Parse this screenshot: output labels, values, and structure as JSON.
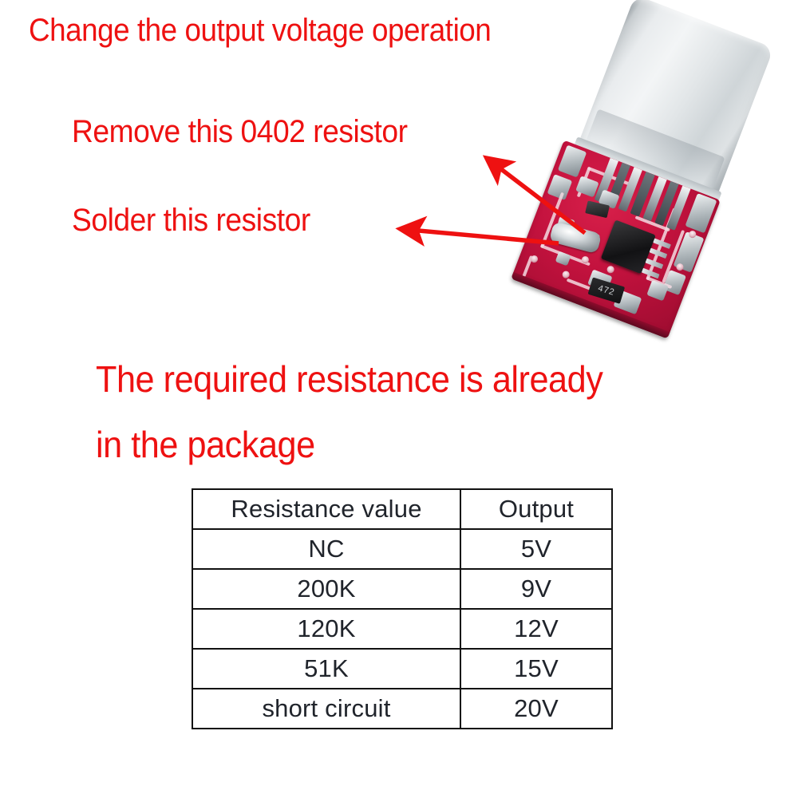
{
  "theme": {
    "annotation_color": "#ee1111",
    "table_text_color": "#20242b",
    "table_border_color": "#111111",
    "pcb_color": "#c3123e",
    "shell_color": "#dfe4e6",
    "background": "#ffffff"
  },
  "annotations": {
    "title": "Change the output voltage operation",
    "remove_label": "Remove this 0402 resistor",
    "solder_label": "Solder this resistor",
    "package_note_line1": "The required resistance is already",
    "package_note_line2": "in the package"
  },
  "device": {
    "name": "usb-c-pd-trigger-board",
    "component_marking": "472"
  },
  "table": {
    "headers": [
      "Resistance value",
      "Output"
    ],
    "rows": [
      {
        "resistance": "NC",
        "output": "5V"
      },
      {
        "resistance": "200K",
        "output": "9V"
      },
      {
        "resistance": "120K",
        "output": "12V"
      },
      {
        "resistance": "51K",
        "output": "15V"
      },
      {
        "resistance": "short circuit",
        "output": "20V"
      }
    ]
  }
}
